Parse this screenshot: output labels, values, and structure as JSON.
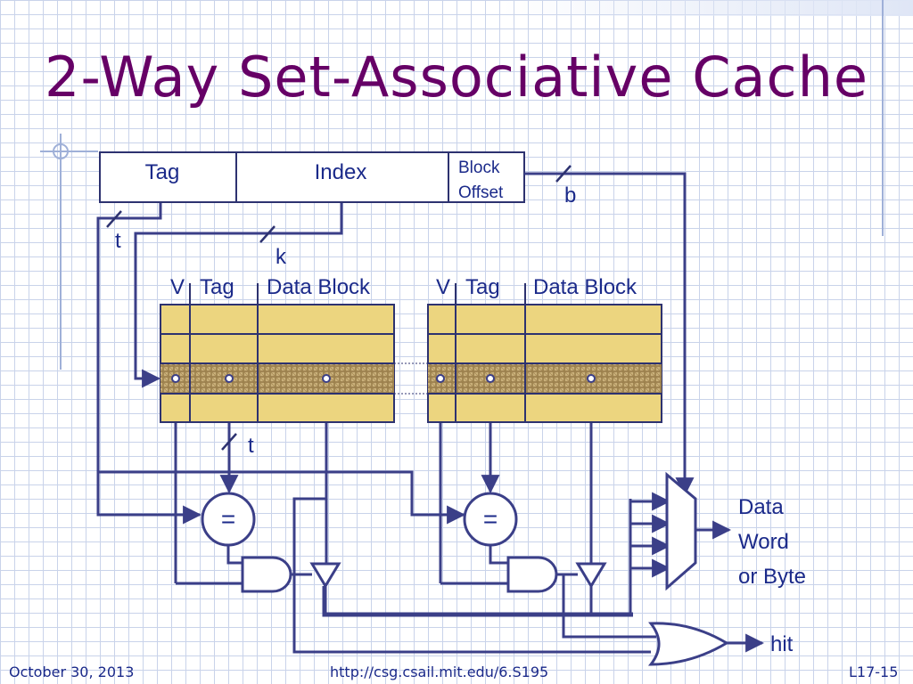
{
  "slide": {
    "title": "2-Way Set-Associative Cache"
  },
  "address": {
    "fields": [
      "Tag",
      "Index",
      "Block",
      "Offset"
    ]
  },
  "widths": {
    "t": "t",
    "k": "k",
    "b": "b",
    "t2": "t"
  },
  "ways": [
    {
      "headers": [
        "V",
        "Tag",
        "Data Block"
      ]
    },
    {
      "headers": [
        "V",
        "Tag",
        "Data Block"
      ]
    }
  ],
  "comparators": [
    "=",
    "="
  ],
  "output": {
    "line1": "Data",
    "line2": "Word",
    "line3": "or Byte",
    "hit": "hit"
  },
  "footer": {
    "date": "October 30, 2013",
    "url": "http://csg.csail.mit.edu/6.S195",
    "page": "L17-15"
  },
  "colors": {
    "title": "#660066",
    "wire": "#3b3f88",
    "cache_fill": "#ecd57f",
    "selected_row": "#b49a6a",
    "footer": "#1b2a8a"
  }
}
